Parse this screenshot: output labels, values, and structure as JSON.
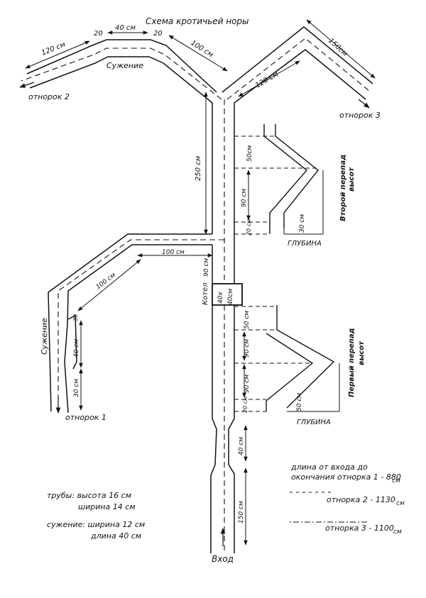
{
  "title": "Схема кротичьей норы",
  "labels": {
    "branch1": "отнорок 1",
    "branch2": "отнорок 2",
    "branch3": "отнорок 3",
    "narrowing_top": "Сужение",
    "narrowing_left": "Сужение",
    "entrance": "Вход",
    "chamber": "Котел",
    "chamber_size_1": "40х",
    "chamber_size_2": "40см",
    "drop1_title": "Первый перепад",
    "drop1_sub": "высот",
    "drop1_depth": "ГЛУБИНА",
    "drop2_title": "Второй перепад",
    "drop2_sub": "высот",
    "drop2_depth": "ГЛУБИНА"
  },
  "dimensions": {
    "top_20_left": "20",
    "top_40": "40 см",
    "top_20_right": "20",
    "top_120": "120 см",
    "top_100": "100 см",
    "top_150": "150см",
    "top_120_right": "120 см",
    "main_250": "250 см",
    "d2_50": "50см",
    "d2_90": "90 см",
    "d2_20": "20 см",
    "d2_30": "30 см",
    "b1_100_top": "100 см",
    "b1_100_diag": "100 см",
    "main_90": "90 см",
    "b1_30_top": "30",
    "b1_40": "40 см",
    "b1_30_bottom": "30 см",
    "d1_50": "50 см",
    "d1_90a": "90 см",
    "d1_90b": "90 см",
    "d1_20": "20 см",
    "d1_50_bottom": "50 см",
    "entry_40": "40 см",
    "entry_150": "150 см"
  },
  "legend": {
    "pipes_line1": "трубы: высота 16 см",
    "pipes_line2": "ширина 14 см",
    "narrow_line1": "сужение: ширина 12 см",
    "narrow_line2": "длина 40 см"
  },
  "lengths": {
    "header_line1": "длина от входа до",
    "header_line2": "окончания отнорка 1 - 880",
    "unit1": "см",
    "row2": "отнорка 2 - 1130",
    "unit2": "см",
    "row3": "отнорка 3 - 1100",
    "unit3": "см"
  }
}
